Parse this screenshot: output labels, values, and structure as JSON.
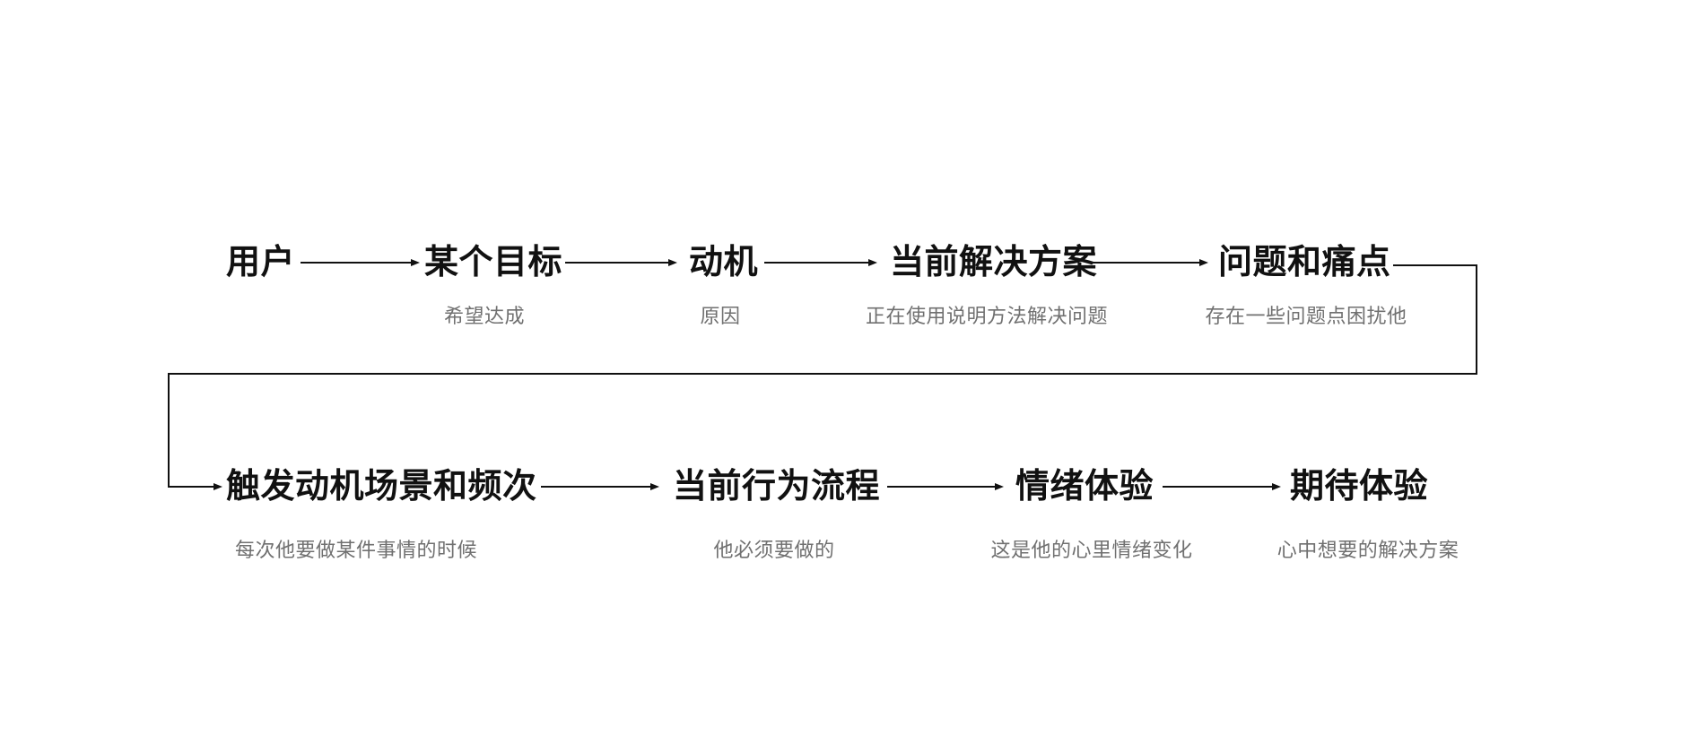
{
  "colors": {
    "background": "#ffffff",
    "title_text": "#111111",
    "subtitle_text": "#707070",
    "line": "#111111"
  },
  "diagram": {
    "row1": {
      "user": {
        "title": "用户"
      },
      "goal": {
        "title": "某个目标",
        "subtitle": "希望达成"
      },
      "motivation": {
        "title": "动机",
        "subtitle": "原因"
      },
      "current_solution": {
        "title": "当前解决方案",
        "subtitle": "正在使用说明方法解决问题"
      },
      "pain_points": {
        "title": "问题和痛点",
        "subtitle": "存在一些问题点困扰他"
      }
    },
    "row2": {
      "trigger": {
        "title": "触发动机场景和频次",
        "subtitle": "每次他要做某件事情的时候"
      },
      "behavior": {
        "title": "当前行为流程",
        "subtitle": "他必须要做的"
      },
      "emotion": {
        "title": "情绪体验",
        "subtitle": "这是他的心里情绪变化"
      },
      "expectation": {
        "title": "期待体验",
        "subtitle": "心中想要的解决方案"
      }
    }
  }
}
